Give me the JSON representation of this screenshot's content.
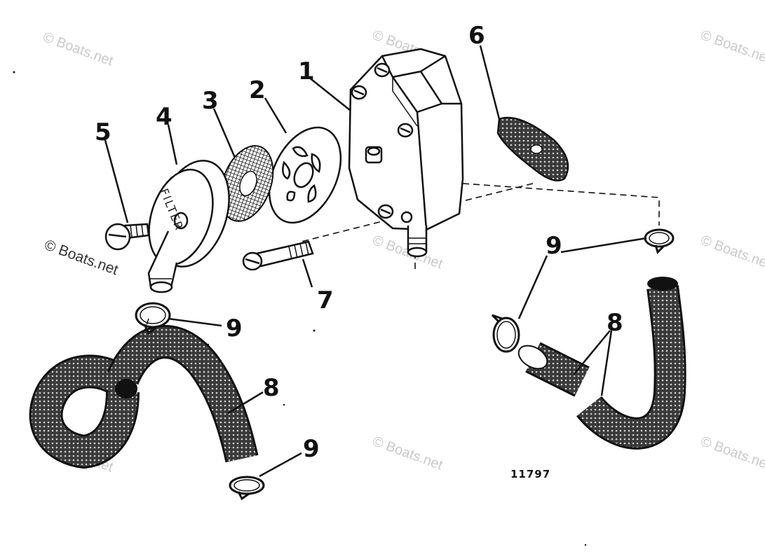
{
  "callouts": {
    "pump": "1",
    "disc": "2",
    "screen": "3",
    "filter_cover": "4",
    "cover_screw": "5",
    "gasket": "6",
    "mount_screw": "7",
    "hose": "8",
    "clamp": "9"
  },
  "filter_text": "FILTER",
  "figure_number": "11797",
  "watermark": "© Boats.net",
  "colors": {
    "ink": "#111111",
    "hose_fill": "#2e2e2e",
    "watermark": "#c9c9c9"
  }
}
